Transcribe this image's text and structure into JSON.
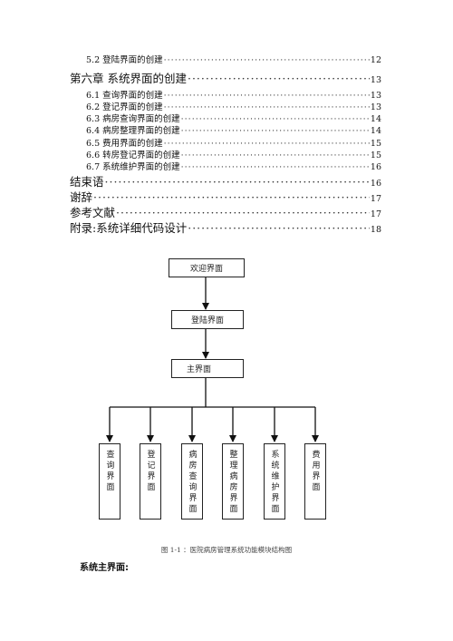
{
  "toc": [
    {
      "title": "5.2 登陆界面的创建",
      "page": "12"
    },
    {
      "title": "第六章  系统界面的创建",
      "page": "13"
    },
    {
      "title": "6.1 查询界面的创建",
      "page": "13"
    },
    {
      "title": "6.2 登记界面的创建",
      "page": "13"
    },
    {
      "title": "6.3 病房查询界面的创建",
      "page": "14"
    },
    {
      "title": "6.4 病房整理界面的创建",
      "page": "14"
    },
    {
      "title": "6.5 费用界面的创建",
      "page": "15"
    },
    {
      "title": "6.6 转房登记界面的创建",
      "page": "15"
    },
    {
      "title": "6.7 系统维护界面的创建",
      "page": "16"
    },
    {
      "title": "结束语",
      "page": "16"
    },
    {
      "title": "谢辞",
      "page": "17"
    },
    {
      "title": "参考文献",
      "page": "17"
    },
    {
      "title": "附录:系统详细代码设计",
      "page": "18"
    }
  ],
  "diagram": {
    "welcome": "欢迎界面",
    "login": "登陆界面",
    "main": "主界面",
    "modules": [
      "查询界面",
      "登记界面",
      "病房查询界面",
      "整理病房界面",
      "系统维护界面",
      "费用界面"
    ]
  },
  "caption": "图 1-1 ：医院病房管理系统功能模块结构图",
  "heading": "系统主界面:"
}
